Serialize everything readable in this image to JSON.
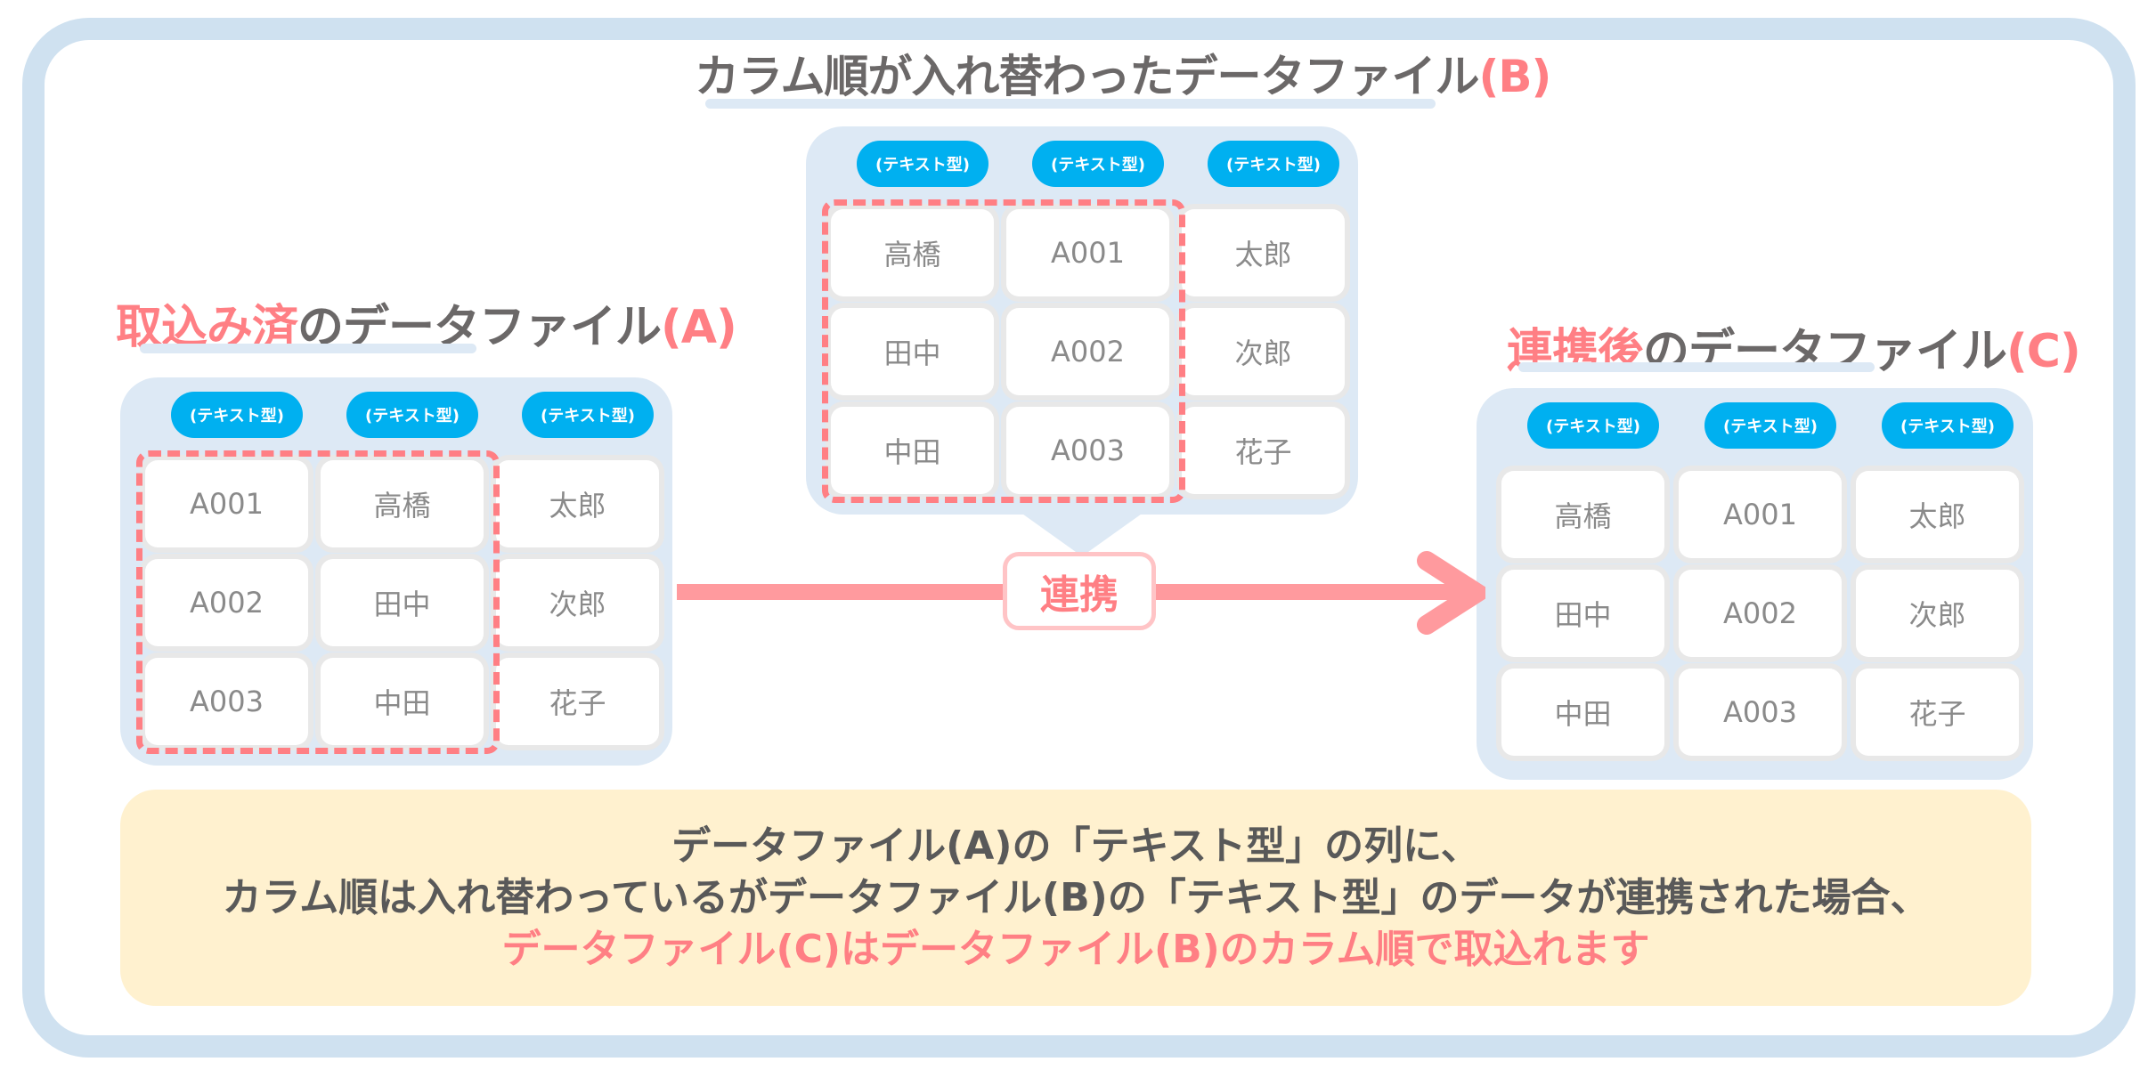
{
  "colors": {
    "frame": "#cfe1f0",
    "panel": "#dde9f5",
    "pill": "#00b0f0",
    "accent_pink": "#ff7f84",
    "arrow": "#ff9a9e",
    "note_bg": "#fff1cf",
    "text_gray": "#6b6868"
  },
  "file_a": {
    "title_highlight": "取込み済",
    "title_rest": "のデータファイル",
    "title_suffix": "(A)",
    "headers": [
      "(テキスト型)",
      "(テキスト型)",
      "(テキスト型)"
    ],
    "rows": [
      [
        "A001",
        "高橋",
        "太郎"
      ],
      [
        "A002",
        "田中",
        "次郎"
      ],
      [
        "A003",
        "中田",
        "花子"
      ]
    ]
  },
  "file_b": {
    "title_rest": "カラム順が入れ替わったデータファイル",
    "title_suffix": "(B)",
    "headers": [
      "(テキスト型)",
      "(テキスト型)",
      "(テキスト型)"
    ],
    "rows": [
      [
        "高橋",
        "A001",
        "太郎"
      ],
      [
        "田中",
        "A002",
        "次郎"
      ],
      [
        "中田",
        "A003",
        "花子"
      ]
    ]
  },
  "file_c": {
    "title_highlight": "連携後",
    "title_rest": "のデータファイル",
    "title_suffix": "(C)",
    "headers": [
      "(テキスト型)",
      "(テキスト型)",
      "(テキスト型)"
    ],
    "rows": [
      [
        "高橋",
        "A001",
        "太郎"
      ],
      [
        "田中",
        "A002",
        "次郎"
      ],
      [
        "中田",
        "A003",
        "花子"
      ]
    ]
  },
  "link_label": "連携",
  "note": {
    "line1": "データファイル(A)の「テキスト型」の列に、",
    "line2": "カラム順は入れ替わっているがデータファイル(B)の「テキスト型」のデータが連携された場合、",
    "line3": "データファイル(C)はデータファイル(B)のカラム順で取込れます"
  }
}
